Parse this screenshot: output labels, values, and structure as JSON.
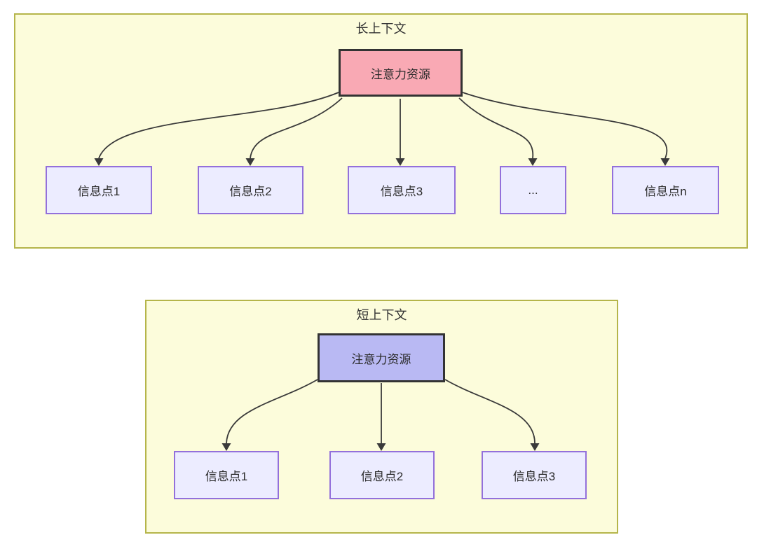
{
  "diagram": {
    "long_context": {
      "title": "长上下文",
      "attention_label": "注意力资源",
      "nodes": [
        "信息点1",
        "信息点2",
        "信息点3",
        "...",
        "信息点n"
      ]
    },
    "short_context": {
      "title": "短上下文",
      "attention_label": "注意力资源",
      "nodes": [
        "信息点1",
        "信息点2",
        "信息点3"
      ]
    },
    "colors": {
      "container_fill": "#fcfcdb",
      "container_border": "#b5b54a",
      "attention_long_fill": "#f9a9b4",
      "attention_short_fill": "#b9b9f3",
      "info_node_fill": "#ececff",
      "info_node_border": "#9370db",
      "arrow_line": "#3a3a3a",
      "text": "#333333"
    }
  }
}
